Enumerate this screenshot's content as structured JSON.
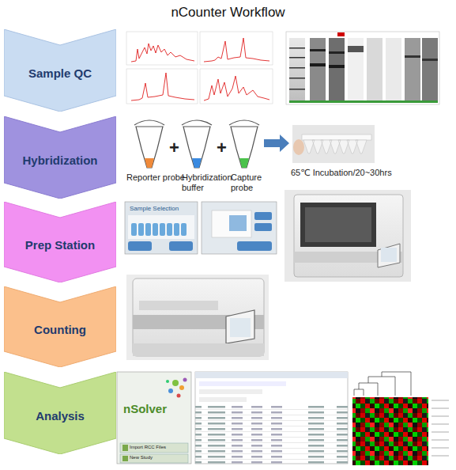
{
  "diagram": {
    "title": "nCounter Workflow",
    "nodes": [
      {
        "text": [
          "Sample QC"
        ]
      },
      {
        "text": [
          "Hybridization"
        ]
      },
      {
        "text": [
          "Prep Station"
        ]
      },
      {
        "text": [
          "Counting"
        ]
      },
      {
        "text": [
          "Analysis"
        ]
      }
    ],
    "labels": [
      "Reporter probe",
      "+",
      "Hybridization buffer",
      "+",
      "Capture probe",
      "65℃ Incubation/20~30hrs",
      "Sample Selection",
      "nSolver",
      "Import RCC Files",
      "New Study"
    ]
  }
}
